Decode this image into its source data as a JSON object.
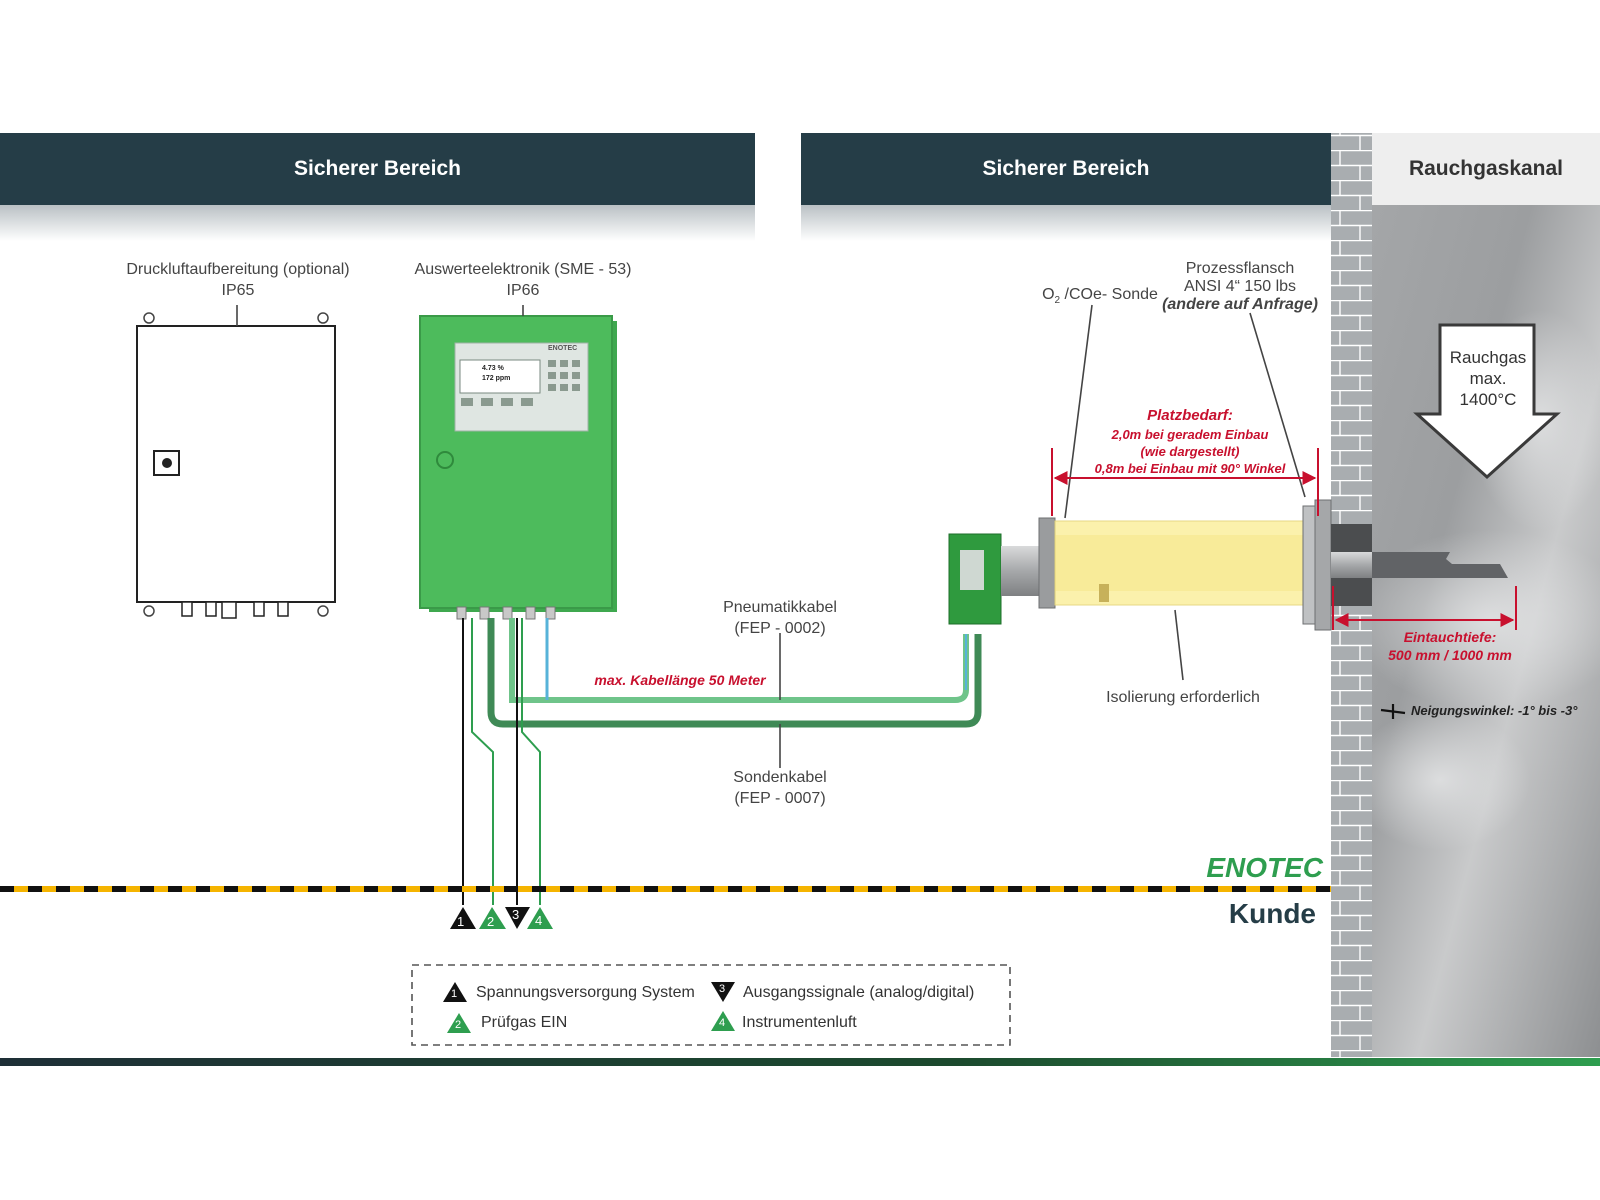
{
  "headers": {
    "safe_left": "Sicherer Bereich",
    "safe_right": "Sicherer Bereich",
    "flue_duct": "Rauchgaskanal"
  },
  "components": {
    "compressed_air": {
      "title": "Druckluftaufbereitung (optional)",
      "rating": "IP65"
    },
    "evaluation_unit": {
      "title": "Auswerteelektronik (SME - 53)",
      "rating": "IP66",
      "brand": "ENOTEC",
      "display_line1": "4.73 %",
      "display_line2": "172 ppm"
    },
    "probe": {
      "label_prefix": "O",
      "label_sub": "2",
      "label_rest": " /COe- Sonde"
    },
    "flange": {
      "line1": "Prozessflansch",
      "line2": "ANSI 4“ 150 lbs",
      "line3": "(andere auf Anfrage)"
    },
    "insulation": "Isolierung erforderlich",
    "pneumatic_cable": {
      "line1": "Pneumatikkabel",
      "line2": "(FEP - 0002)"
    },
    "probe_cable": {
      "line1": "Sondenkabel",
      "line2": "(FEP - 0007)"
    },
    "max_cable": "max. Kabellänge 50 Meter"
  },
  "space": {
    "title": "Platzbedarf:",
    "line1": "2,0m bei geradem Einbau",
    "line2": "(wie dargestellt)",
    "line3": "0,8m bei Einbau mit 90° Winkel"
  },
  "flue_gas": {
    "line1": "Rauchgas",
    "line2": "max.",
    "line3": "1400°C"
  },
  "immersion": {
    "title": "Eintauchtiefe:",
    "value": "500 mm / 1000 mm"
  },
  "incline": "Neigungswinkel: -1° bis -3°",
  "boundary": {
    "upper": "ENOTEC",
    "lower": "Kunde"
  },
  "legend": [
    {
      "num": "1",
      "label": "Spannungsversorgung System",
      "color": "#111111"
    },
    {
      "num": "2",
      "label": "Prüfgas EIN",
      "color": "#2e9e4f"
    },
    {
      "num": "3",
      "label": "Ausgangssignale (analog/digital)",
      "color": "#111111"
    },
    {
      "num": "4",
      "label": "Instrumentenluft",
      "color": "#2e9e4f"
    }
  ],
  "colors": {
    "header": "#253d47",
    "device_green": "#4dbb5c",
    "brand_green": "#2e9e4f",
    "warning_red": "#c8102e",
    "insulation_yellow": "#fbf0a6"
  }
}
